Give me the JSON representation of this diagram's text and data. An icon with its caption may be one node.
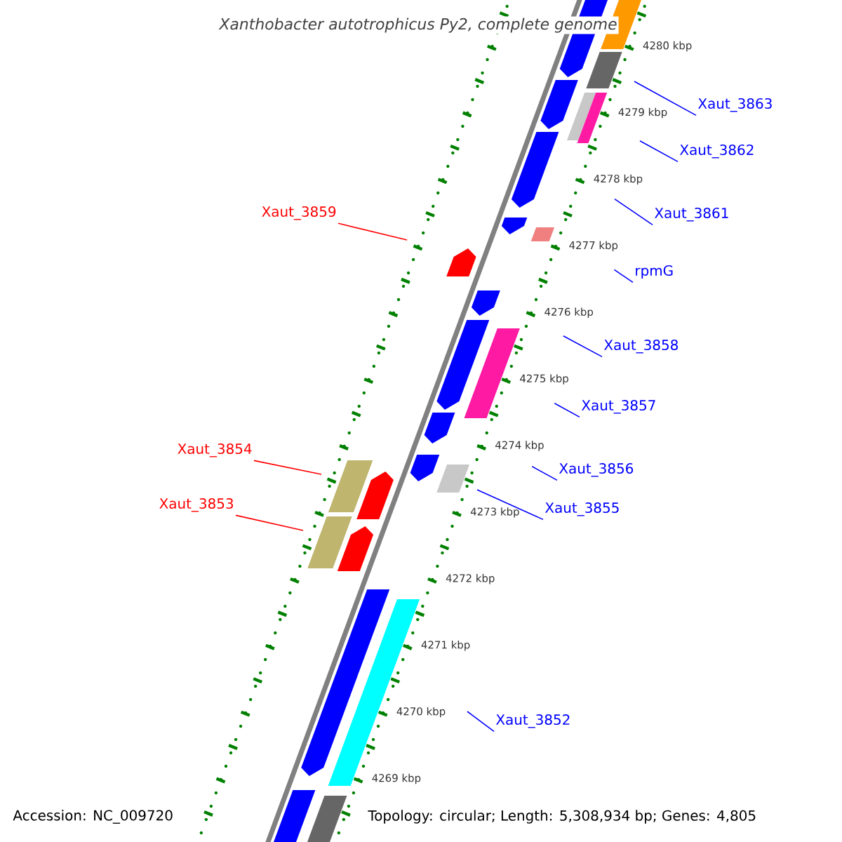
{
  "diagram": {
    "title": "Xanthobacter autotrophicus Py2, complete genome",
    "nodes": [
      {
        "text": [
          "Xaut_3863"
        ]
      },
      {
        "text": [
          "Xaut_3862"
        ]
      },
      {
        "text": [
          "Xaut_3859"
        ]
      },
      {
        "text": [
          "Xaut_3861"
        ]
      },
      {
        "text": [
          "rpmG"
        ]
      },
      {
        "text": [
          "Xaut_3858"
        ]
      },
      {
        "text": [
          "Xaut_3857"
        ]
      },
      {
        "text": [
          "Xaut_3854"
        ]
      },
      {
        "text": [
          "Xaut_3856"
        ]
      },
      {
        "text": [
          "Xaut_3853"
        ]
      },
      {
        "text": [
          "Xaut_3855"
        ]
      },
      {
        "text": [
          "Xaut_3852"
        ]
      }
    ],
    "edges": [
      {
        "from": 0,
        "to": null,
        "arrow": "none"
      },
      {
        "from": 1,
        "to": null,
        "arrow": "none"
      },
      {
        "from": 2,
        "to": null,
        "arrow": "none",
        "color": "#ff0000"
      },
      {
        "from": 3,
        "to": null,
        "arrow": "none"
      },
      {
        "from": 4,
        "to": null,
        "arrow": "none"
      },
      {
        "from": 5,
        "to": null,
        "arrow": "none"
      },
      {
        "from": 6,
        "to": null,
        "arrow": "none"
      },
      {
        "from": 7,
        "to": null,
        "arrow": "none",
        "color": "#ff0000"
      },
      {
        "from": 8,
        "to": null,
        "arrow": "none"
      },
      {
        "from": 9,
        "to": null,
        "arrow": "none",
        "color": "#ff0000"
      },
      {
        "from": 10,
        "to": null,
        "arrow": "none"
      },
      {
        "from": 11,
        "to": null,
        "arrow": "none"
      }
    ],
    "labels": [
      "4280 kbp",
      "4279 kbp",
      "4278 kbp",
      "4277 kbp",
      "4276 kbp",
      "4275 kbp",
      "4274 kbp",
      "4273 kbp",
      "4272 kbp",
      "4271 kbp",
      "4270 kbp",
      "4269 kbp",
      "Accession: NC_009720",
      "Topology: circular; Length: 5,308,934 bp; Genes: 4,805"
    ]
  }
}
